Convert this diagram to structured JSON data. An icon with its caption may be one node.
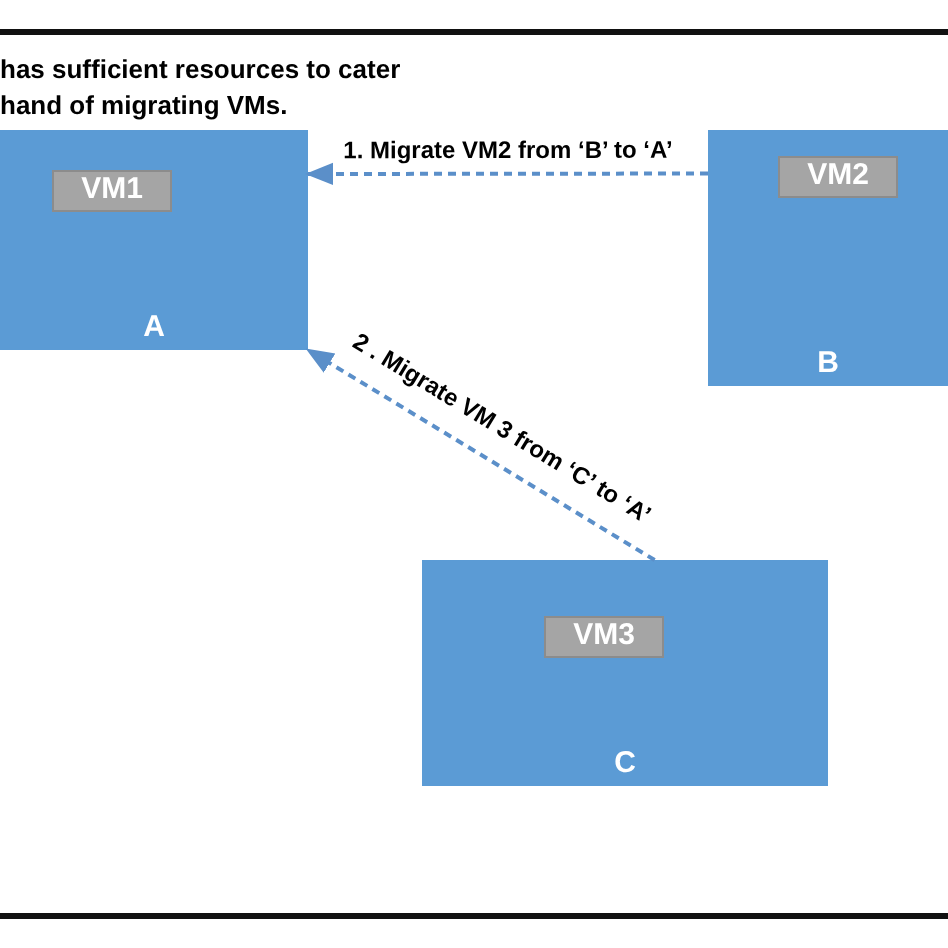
{
  "diagram": {
    "nodes": [
      {
        "text": [
          "A"
        ]
      },
      {
        "text": [
          "VM1"
        ],
        "in": 0
      },
      {
        "text": [
          "B"
        ]
      },
      {
        "text": [
          "VM2"
        ],
        "in": 2
      },
      {
        "text": [
          "C"
        ]
      },
      {
        "text": [
          "VM3"
        ],
        "in": 4
      }
    ],
    "edges": [
      {
        "from": 2,
        "to": 0,
        "arrow": "to",
        "style": "dashed",
        "label": "1. Migrate VM2 from ‘B’ to ‘A’"
      },
      {
        "from": 4,
        "to": 0,
        "arrow": "to",
        "style": "dashed",
        "label": "2 . Migrate VM 3 from ‘C’ to ‘A’"
      }
    ],
    "labels": [
      "has sufficient resources to cater hand of migrating VMs."
    ]
  }
}
